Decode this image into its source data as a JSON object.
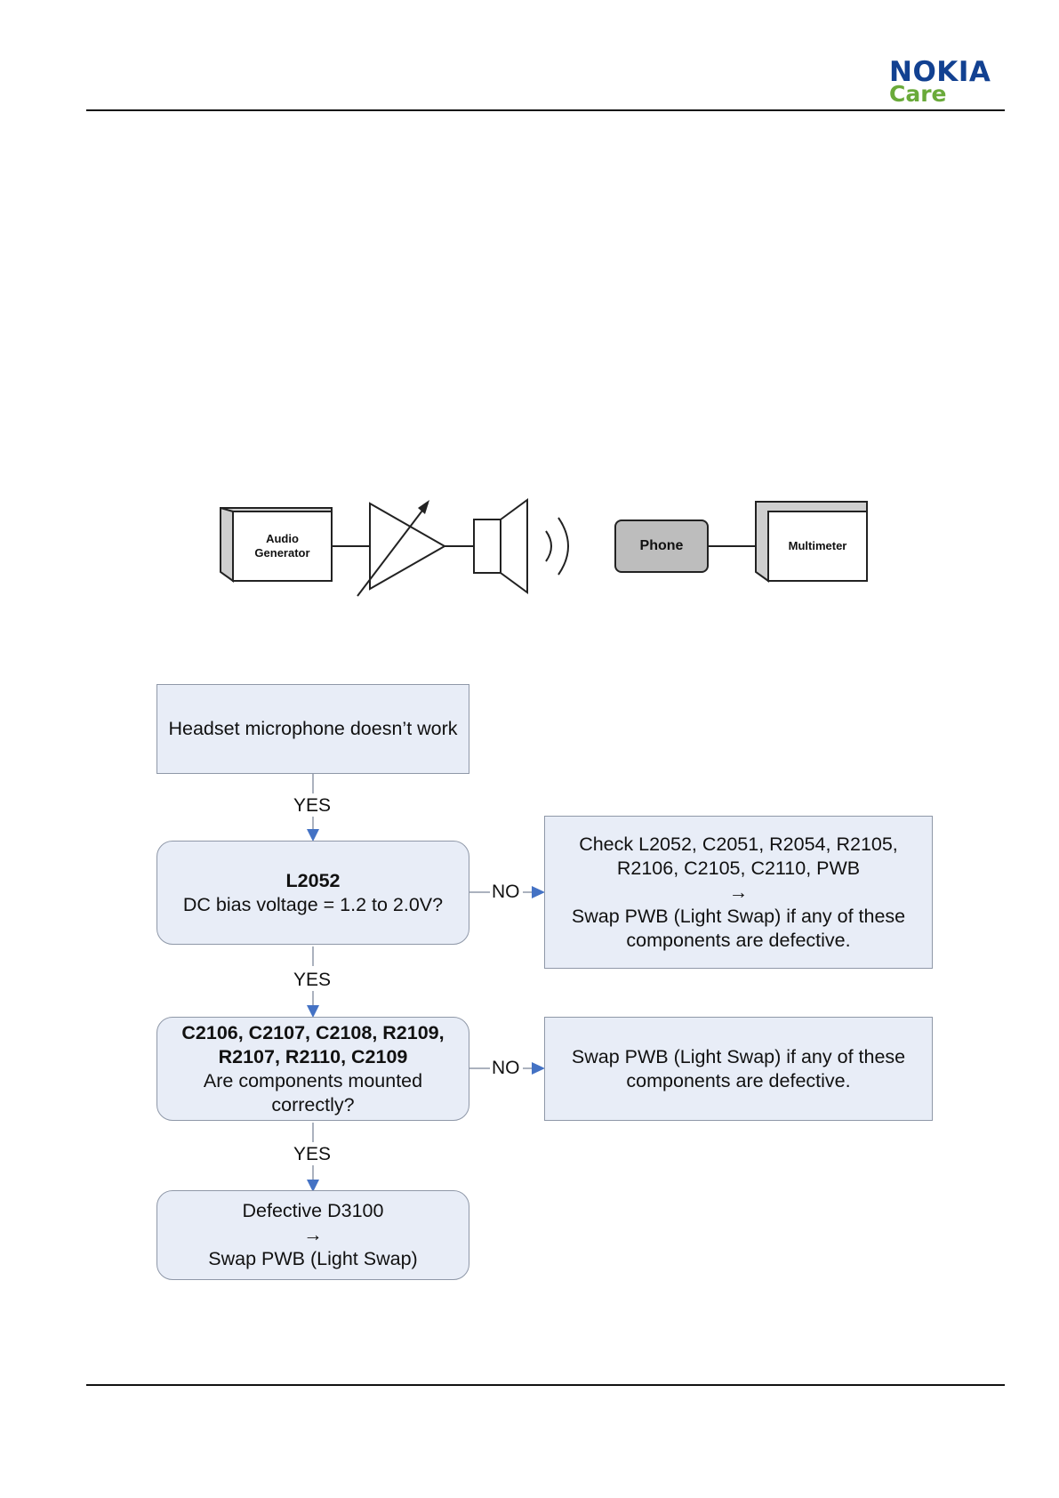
{
  "header": {
    "logo_brand": "NOKIA",
    "logo_sub": "Care",
    "brand_color": "#124191",
    "sub_color": "#6aaa3a"
  },
  "setup_diagram": {
    "audio_generator": [
      "Audio",
      "Generator"
    ],
    "phone": "Phone",
    "multimeter": "Multimeter",
    "amplifier_icon": "variable-amplifier-icon",
    "speaker_icon": "speaker-icon",
    "sound_icon": "sound-waves-icon"
  },
  "flowchart": {
    "start": "Headset microphone doesn’t work",
    "step1": {
      "title": "L2052",
      "question": "DC bias voltage = 1.2 to 2.0V?"
    },
    "step1_no": {
      "lines": [
        "Check L2052, C2051, R2054, R2105,",
        "R2106, C2105, C2110, PWB",
        "→",
        "Swap PWB (Light Swap) if any of these",
        "components are defective."
      ]
    },
    "step2": {
      "title_lines": [
        "C2106, C2107, C2108, R2109,",
        "R2107, R2110, C2109"
      ],
      "question_lines": [
        "Are components mounted",
        "correctly?"
      ]
    },
    "step2_no": {
      "lines": [
        "Swap PWB (Light Swap) if any of these",
        "components are defective."
      ]
    },
    "end": {
      "lines": [
        "Defective D3100",
        "→",
        "Swap PWB (Light Swap)"
      ]
    },
    "labels": {
      "yes": "YES",
      "no": "NO"
    },
    "box_fill": "#e8edf7",
    "arrow_color": "#4472c4"
  }
}
